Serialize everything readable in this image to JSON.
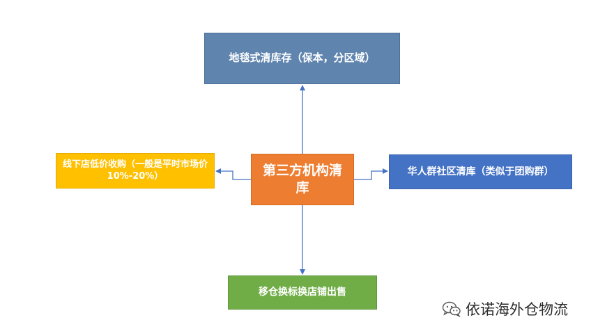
{
  "diagram": {
    "nodes": {
      "center": "第三方机构清库",
      "top": "地毯式清库存（保本，分区域）",
      "left": "线下店低价收购（一般是平时市场价10%-20%）",
      "right": "华人群社区清库（类似于团购群）",
      "bottom": "移仓换标换店铺出售"
    },
    "colors": {
      "center": "#ed7d31",
      "top": "#5f84ae",
      "left": "#ffc000",
      "right": "#4472c4",
      "bottom": "#70ad47",
      "connector": "#4472c4"
    },
    "edges": [
      {
        "from": "center",
        "to": "top"
      },
      {
        "from": "center",
        "to": "left"
      },
      {
        "from": "center",
        "to": "right"
      },
      {
        "from": "center",
        "to": "bottom"
      }
    ]
  },
  "watermark": {
    "text": "依诺海外仓物流",
    "icon": "wechat-icon"
  }
}
